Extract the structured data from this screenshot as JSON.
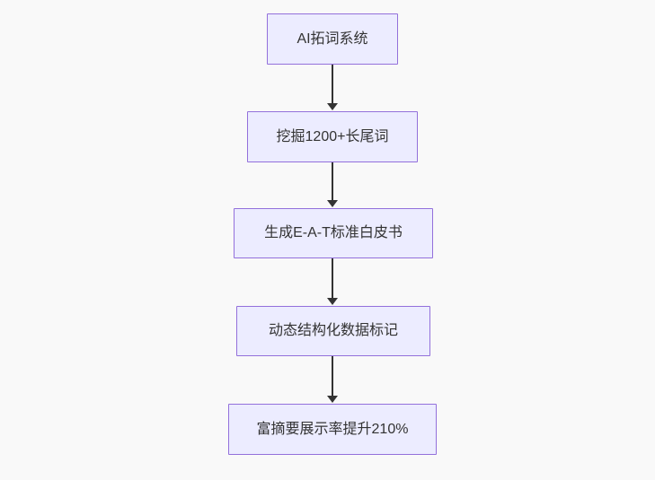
{
  "diagram": {
    "type": "flowchart",
    "direction": "top-down",
    "nodes": [
      {
        "id": "A",
        "label": "AI拓词系统"
      },
      {
        "id": "B",
        "label": "挖掘1200+长尾词"
      },
      {
        "id": "C",
        "label": "生成E-A-T标准白皮书"
      },
      {
        "id": "D",
        "label": "动态结构化数据标记"
      },
      {
        "id": "E",
        "label": "富摘要展示率提升210%"
      }
    ],
    "edges": [
      {
        "from": "A",
        "to": "B"
      },
      {
        "from": "B",
        "to": "C"
      },
      {
        "from": "C",
        "to": "D"
      },
      {
        "from": "D",
        "to": "E"
      }
    ],
    "colors": {
      "node_fill": "#ECECFF",
      "node_border": "#9370DB",
      "edge_line": "#333333",
      "text": "#333333",
      "background": "#f9f9f9"
    }
  }
}
